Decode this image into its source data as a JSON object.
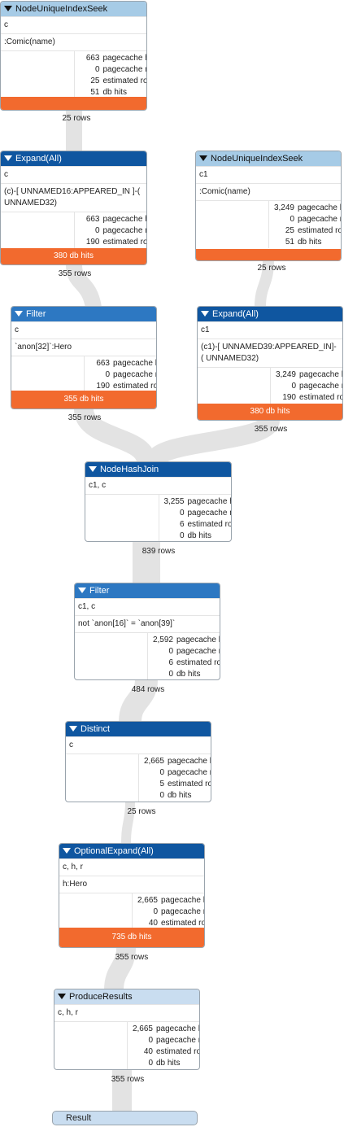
{
  "operators": {
    "seek1": {
      "title": "NodeUniqueIndexSeek",
      "vars": "c",
      "detail": ":Comic(name)",
      "pagecache_hits": "663",
      "pagecache_misses": "0",
      "estimated_rows": "25",
      "db_hits": "51",
      "db_hits_label": "db hits",
      "rows_out": "25 rows"
    },
    "expand1": {
      "title": "Expand(All)",
      "vars": "c",
      "detail": "(c)-[ UNNAMED16:APPEARED_IN ]-( UNNAMED32)",
      "pagecache_hits": "663",
      "pagecache_misses": "0",
      "estimated_rows": "190",
      "db_hits_bar": "380 db hits",
      "rows_out": "355 rows"
    },
    "seek2": {
      "title": "NodeUniqueIndexSeek",
      "vars": "c1",
      "detail": ":Comic(name)",
      "pagecache_hits": "3,249",
      "pagecache_misses": "0",
      "estimated_rows": "25",
      "db_hits": "51",
      "db_hits_label": "db hits",
      "rows_out": "25 rows"
    },
    "filter1": {
      "title": "Filter",
      "vars": "c",
      "detail": "`anon[32]`:Hero",
      "pagecache_hits": "663",
      "pagecache_misses": "0",
      "estimated_rows": "190",
      "db_hits_bar": "355 db hits",
      "rows_out": "355 rows"
    },
    "expand2": {
      "title": "Expand(All)",
      "vars": "c1",
      "detail": "(c1)-[ UNNAMED39:APPEARED_IN]-( UNNAMED32)",
      "pagecache_hits": "3,249",
      "pagecache_misses": "0",
      "estimated_rows": "190",
      "db_hits_bar": "380 db hits",
      "rows_out": "355 rows"
    },
    "hashjoin": {
      "title": "NodeHashJoin",
      "vars": "c1, c",
      "pagecache_hits": "3,255",
      "pagecache_misses": "0",
      "estimated_rows": "6",
      "db_hits": "0",
      "db_hits_label": "db hits",
      "rows_out": "839 rows"
    },
    "filter2": {
      "title": "Filter",
      "vars": "c1, c",
      "detail": "not `anon[16]` = `anon[39]`",
      "pagecache_hits": "2,592",
      "pagecache_misses": "0",
      "estimated_rows": "6",
      "db_hits": "0",
      "db_hits_label": "db hits",
      "rows_out": "484 rows"
    },
    "distinct": {
      "title": "Distinct",
      "vars": "c",
      "pagecache_hits": "2,665",
      "pagecache_misses": "0",
      "estimated_rows": "5",
      "db_hits": "0",
      "db_hits_label": "db hits",
      "rows_out": "25 rows"
    },
    "optexpand": {
      "title": "OptionalExpand(All)",
      "vars": "c, h, r",
      "detail": "h:Hero",
      "pagecache_hits": "2,665",
      "pagecache_misses": "0",
      "estimated_rows": "40",
      "db_hits_bar": "735 db hits",
      "rows_out": "355 rows"
    },
    "produce": {
      "title": "ProduceResults",
      "vars": "c, h, r",
      "pagecache_hits": "2,665",
      "pagecache_misses": "0",
      "estimated_rows": "40",
      "db_hits": "0",
      "db_hits_label": "db hits",
      "rows_out": "355 rows"
    }
  },
  "labels": {
    "pagecache_hits": "pagecache hits",
    "pagecache_misses": "pagecache misses",
    "estimated_rows": "estimated rows"
  },
  "result": "Result",
  "colors": {
    "header_dark": "#0f56a0",
    "header_mid": "#2d78c2",
    "header_light": "#a6cbe6",
    "header_pale": "#c9ddf0",
    "db_hits_bar": "#f26a2e",
    "pipe": "#e3e3e3"
  }
}
